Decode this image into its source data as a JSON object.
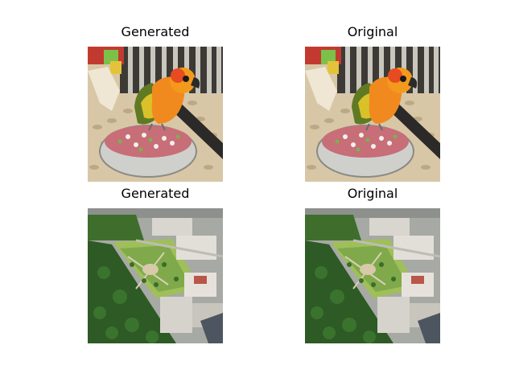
{
  "figure": {
    "panels": [
      {
        "title": "Generated",
        "image": "parrot-photo"
      },
      {
        "title": "Original",
        "image": "parrot-photo"
      },
      {
        "title": "Generated",
        "image": "aerial-park-photo"
      },
      {
        "title": "Original",
        "image": "aerial-park-photo"
      }
    ]
  }
}
